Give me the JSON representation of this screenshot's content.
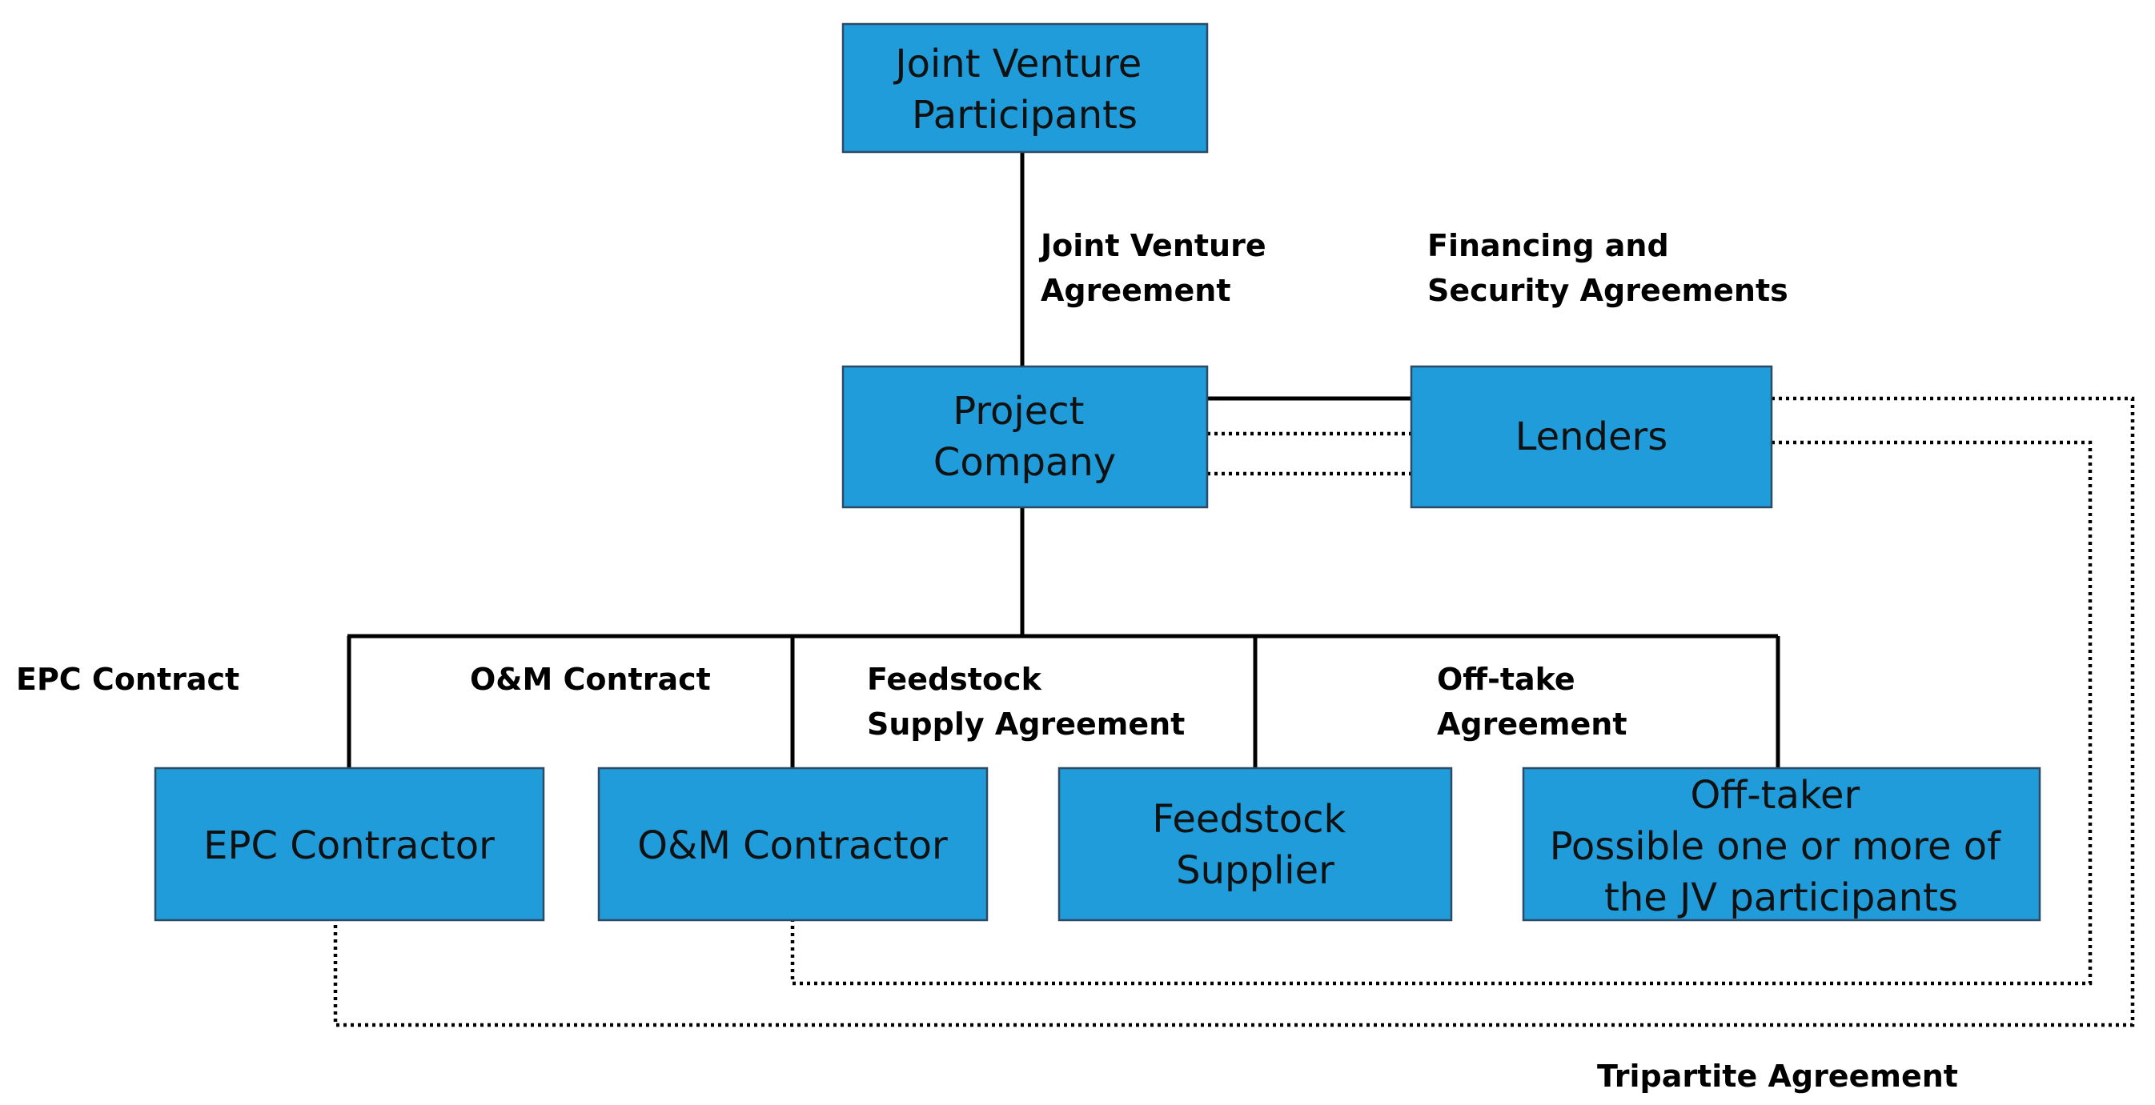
{
  "nodes": {
    "jv_participants": {
      "lines": [
        "Joint Venture",
        "Participants"
      ]
    },
    "project_company": {
      "lines": [
        "Project",
        "Company"
      ]
    },
    "lenders": {
      "lines": [
        "Lenders"
      ]
    },
    "epc_contractor": {
      "lines": [
        "EPC Contractor"
      ]
    },
    "om_contractor": {
      "lines": [
        "O&M Contractor"
      ]
    },
    "feedstock_supplier": {
      "lines": [
        "Feedstock",
        "Supplier"
      ]
    },
    "off_taker": {
      "lines": [
        "Off-taker",
        "Possible one or more of",
        "the JV participants"
      ]
    }
  },
  "labels": {
    "jv_agreement": {
      "lines": [
        "Joint Venture",
        "Agreement"
      ]
    },
    "financing": {
      "lines": [
        "Financing and",
        "Security Agreements"
      ]
    },
    "epc_contract": {
      "lines": [
        "EPC Contract"
      ]
    },
    "om_contract": {
      "lines": [
        "O&M Contract"
      ]
    },
    "feedstock_supply": {
      "lines": [
        "Feedstock",
        "Supply Agreement"
      ]
    },
    "offtake": {
      "lines": [
        "Off-take",
        "Agreement"
      ]
    },
    "tripartite": {
      "lines": [
        "Tripartite Agreement"
      ]
    }
  },
  "colors": {
    "box_fill": "#1f9cd9",
    "box_border": "#2c4a66",
    "line": "#000000"
  }
}
